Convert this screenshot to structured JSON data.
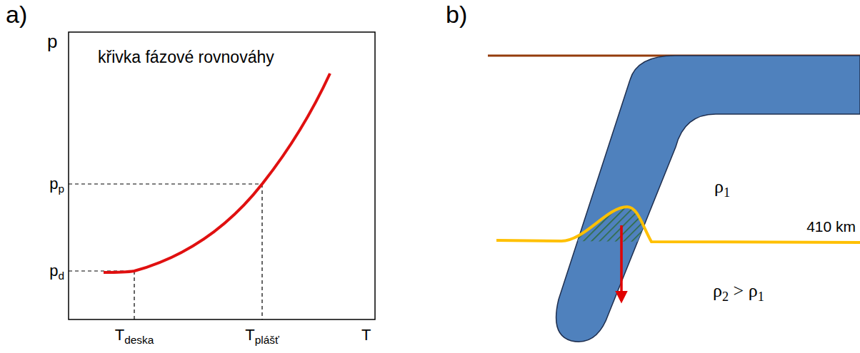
{
  "diagram": {
    "labels": [
      "a)",
      "p",
      "křivka fázové rovnováhy",
      "pp",
      "pd",
      "Tdeska",
      "Tplášť",
      "T",
      "b)",
      "ρ1",
      "410 km",
      "ρ2 > ρ1"
    ]
  }
}
